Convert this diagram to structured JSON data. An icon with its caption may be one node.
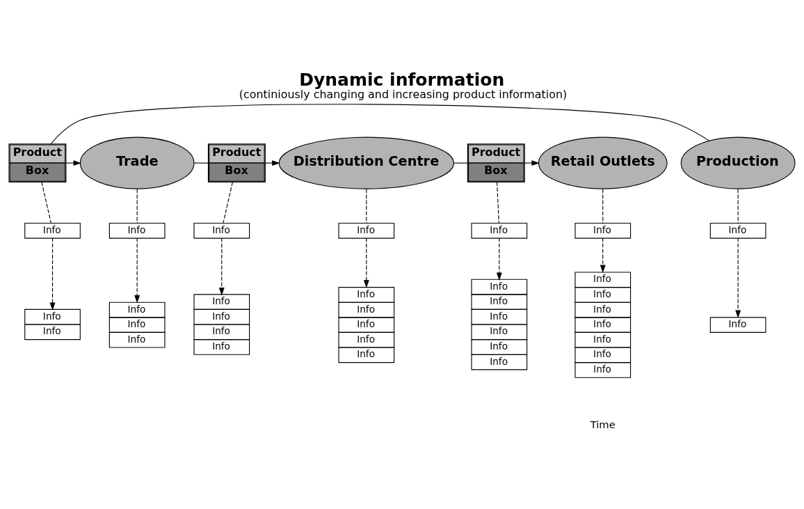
{
  "diagram": {
    "title": "Dynamic information",
    "caption": "(continiously changing and increasing product information)",
    "nodes": [
      {
        "text": [
          "Product",
          "Box"
        ]
      },
      {
        "text": [
          "Product",
          "Box"
        ]
      },
      {
        "text": [
          "Product",
          "Box"
        ]
      },
      {
        "text": [
          "Production"
        ]
      },
      {
        "text": [
          "Trade"
        ]
      },
      {
        "text": [
          "Distribution Centre"
        ]
      },
      {
        "text": [
          "Retail Outlets"
        ]
      },
      {
        "text": [
          "Info"
        ]
      },
      {
        "text": [
          "Info"
        ]
      },
      {
        "text": [
          "Info"
        ]
      },
      {
        "text": [
          "Info"
        ]
      },
      {
        "text": [
          "Info"
        ]
      },
      {
        "text": [
          "Info"
        ]
      },
      {
        "text": [
          "Info"
        ]
      },
      {
        "text": [
          "Info"
        ]
      },
      {
        "text": [
          "Info",
          "Info"
        ]
      },
      {
        "text": [
          "Info",
          "Info",
          "Info"
        ]
      },
      {
        "text": [
          "Info",
          "Info",
          "Info",
          "Info"
        ]
      },
      {
        "text": [
          "Info",
          "Info",
          "Info",
          "Info",
          "Info"
        ]
      },
      {
        "text": [
          "Info",
          "Info",
          "Info",
          "Info",
          "Info",
          "Info"
        ]
      },
      {
        "text": [
          "Info",
          "Info",
          "Info",
          "Info",
          "Info",
          "Info",
          "Info"
        ]
      }
    ],
    "edges": [
      {
        "from": 3,
        "to": 0,
        "arrow": "none"
      },
      {
        "from": 0,
        "to": 4,
        "arrow": "to"
      },
      {
        "from": 4,
        "to": 1,
        "arrow": "none"
      },
      {
        "from": 1,
        "to": 5,
        "arrow": "to"
      },
      {
        "from": 5,
        "to": 2,
        "arrow": "none"
      },
      {
        "from": 2,
        "to": 6,
        "arrow": "to"
      },
      {
        "from": 3,
        "to": 7,
        "arrow": "none",
        "style": "dashed"
      },
      {
        "from": 0,
        "to": 8,
        "arrow": "none",
        "style": "dashed"
      },
      {
        "from": 4,
        "to": 9,
        "arrow": "none",
        "style": "dashed"
      },
      {
        "from": 1,
        "to": 10,
        "arrow": "none",
        "style": "dashed"
      },
      {
        "from": 5,
        "to": 11,
        "arrow": "none",
        "style": "dashed"
      },
      {
        "from": 2,
        "to": 12,
        "arrow": "none",
        "style": "dashed"
      },
      {
        "from": 6,
        "to": 13,
        "arrow": "none",
        "style": "dashed"
      },
      {
        "from": 7,
        "to": 14,
        "arrow": "to",
        "style": "dashed"
      },
      {
        "from": 8,
        "to": 15,
        "arrow": "to",
        "style": "dashed"
      },
      {
        "from": 9,
        "to": 16,
        "arrow": "to",
        "style": "dashed"
      },
      {
        "from": 10,
        "to": 17,
        "arrow": "to",
        "style": "dashed"
      },
      {
        "from": 11,
        "to": 18,
        "arrow": "to",
        "style": "dashed"
      },
      {
        "from": 12,
        "to": 19,
        "arrow": "to",
        "style": "dashed"
      },
      {
        "from": 13,
        "to": 20,
        "arrow": "to",
        "style": "dashed"
      }
    ],
    "labels": [
      "Time"
    ]
  }
}
